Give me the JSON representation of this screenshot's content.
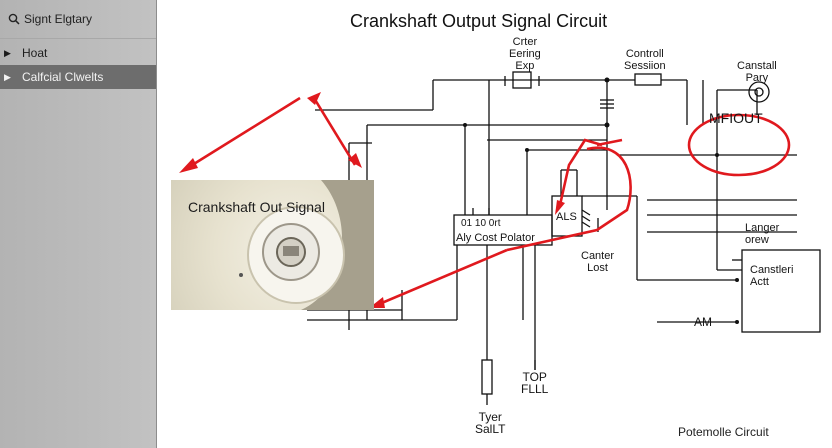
{
  "sidebar": {
    "search_label": "Signt Elgtary",
    "items": [
      {
        "label": "Hoat",
        "selected": false
      },
      {
        "label": "Calfcial Clwelts",
        "selected": true
      }
    ]
  },
  "diagram": {
    "title": "Crankshaft Output Signal Circuit",
    "inset_title": "Crankshaft Out Signal",
    "labels": {
      "center_top": [
        "Crter",
        "Eering",
        "Exp"
      ],
      "controll": [
        "Controll",
        "Sessiion"
      ],
      "canstall": [
        "Canstall",
        "Pary"
      ],
      "mfiout": "MFIOUT",
      "block_nums": "01   10      0rt",
      "block_text": "Aly Cost Polator",
      "als": "ALS",
      "canter": [
        "Canter",
        "Lost"
      ],
      "langer": [
        "Langer",
        "orew"
      ],
      "cansteri": [
        "Canstleri",
        "Actt"
      ],
      "am": "AM",
      "top_fill": [
        "TOP",
        "FLLL"
      ],
      "tyer": [
        "Tyer",
        "SalLT"
      ],
      "footer": "Potemolle Circuit"
    }
  },
  "colors": {
    "sidebar_bg": "#bdbdbd",
    "selected_bg": "#6d6d6d",
    "wire": "#111111",
    "annotation_red": "#e0191e",
    "inset_bg": "#e7e2cf"
  }
}
